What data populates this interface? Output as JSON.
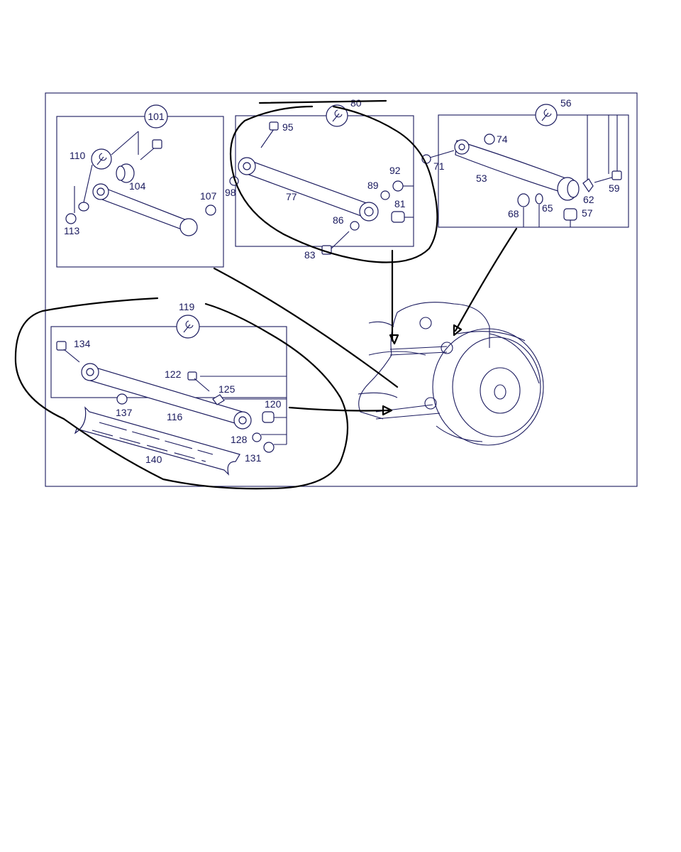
{
  "diagram": {
    "groups": [
      {
        "id": "101",
        "parts": [
          "110",
          "104",
          "107",
          "113"
        ]
      },
      {
        "id": "80",
        "parts": [
          "95",
          "98",
          "77",
          "89",
          "92",
          "81",
          "86",
          "83"
        ]
      },
      {
        "id": "56",
        "parts": [
          "74",
          "71",
          "53",
          "62",
          "59",
          "68",
          "65",
          "57"
        ]
      },
      {
        "id": "119",
        "parts": [
          "134",
          "122",
          "125",
          "116",
          "137",
          "120",
          "128",
          "131",
          "140"
        ]
      }
    ],
    "labels": {
      "l101": "101",
      "l110": "110",
      "l104": "104",
      "l107": "107",
      "l113": "113",
      "l80": "80",
      "l95": "95",
      "l98": "98",
      "l77": "77",
      "l89": "89",
      "l92": "92",
      "l81": "81",
      "l86": "86",
      "l83": "83",
      "l56": "56",
      "l74": "74",
      "l71": "71",
      "l53": "53",
      "l62": "62",
      "l59": "59",
      "l68": "68",
      "l65": "65",
      "l57": "57",
      "l119": "119",
      "l134": "134",
      "l122": "122",
      "l125": "125",
      "l116": "116",
      "l137": "137",
      "l120": "120",
      "l128": "128",
      "l131": "131",
      "l140": "140"
    },
    "colors": {
      "line": "#1a1a5e",
      "ink": "#000000",
      "background": "#ffffff"
    }
  }
}
